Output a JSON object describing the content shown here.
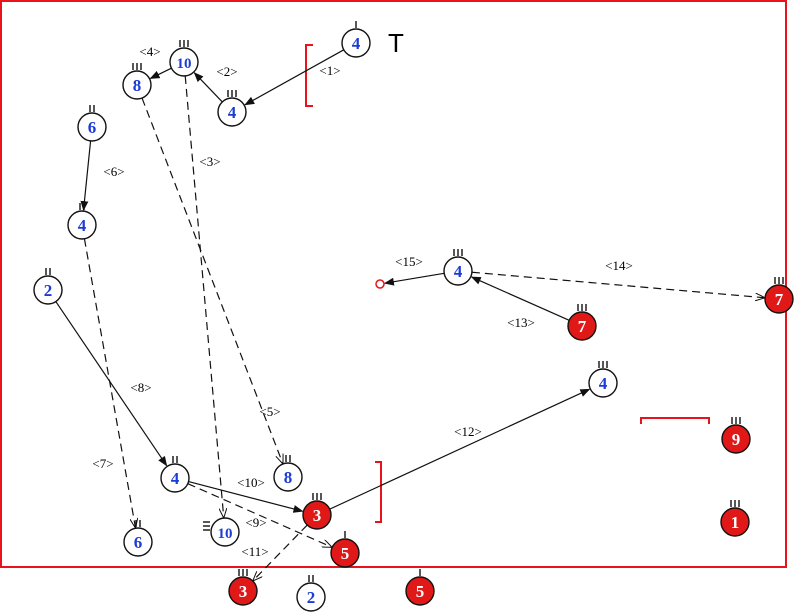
{
  "diagram": {
    "colors": {
      "frame": "#e8141c",
      "blue_text": "#1c3cd6",
      "red_fill": "#e01818",
      "line": "#111111",
      "white": "#ffffff"
    },
    "start_marker_label": "T",
    "nodes": [
      {
        "id": "n1",
        "label": "4",
        "fill": "white"
      },
      {
        "id": "n2",
        "label": "4",
        "fill": "white"
      },
      {
        "id": "n3",
        "label": "10",
        "fill": "white"
      },
      {
        "id": "n4",
        "label": "8",
        "fill": "white"
      },
      {
        "id": "n5",
        "label": "6",
        "fill": "white"
      },
      {
        "id": "n6",
        "label": "4",
        "fill": "white"
      },
      {
        "id": "n7",
        "label": "2",
        "fill": "white"
      },
      {
        "id": "n8",
        "label": "4",
        "fill": "white"
      },
      {
        "id": "n9",
        "label": "6",
        "fill": "white"
      },
      {
        "id": "n10",
        "label": "8",
        "fill": "white"
      },
      {
        "id": "n11",
        "label": "10",
        "fill": "white"
      },
      {
        "id": "n12",
        "label": "3",
        "fill": "red"
      },
      {
        "id": "n13",
        "label": "5",
        "fill": "red"
      },
      {
        "id": "n14",
        "label": "3",
        "fill": "red"
      },
      {
        "id": "n15",
        "label": "2",
        "fill": "white"
      },
      {
        "id": "n16",
        "label": "5",
        "fill": "red"
      },
      {
        "id": "n17",
        "label": "4",
        "fill": "white"
      },
      {
        "id": "n18",
        "label": "7",
        "fill": "red"
      },
      {
        "id": "n19",
        "label": "4",
        "fill": "white"
      },
      {
        "id": "n20",
        "label": "7",
        "fill": "red"
      },
      {
        "id": "n21",
        "label": "9",
        "fill": "red"
      },
      {
        "id": "n22",
        "label": "1",
        "fill": "red"
      }
    ],
    "edges": [
      {
        "label": "<1>",
        "from": "n1",
        "to": "n2",
        "style": "solid"
      },
      {
        "label": "<2>",
        "from": "n2",
        "to": "n3",
        "style": "solid"
      },
      {
        "label": "<3>",
        "from": "n3",
        "to": "n11",
        "style": "dashed"
      },
      {
        "label": "<4>",
        "from": "n3",
        "to": "n4",
        "style": "solid"
      },
      {
        "label": "<5>",
        "from": "n4",
        "to": "n10",
        "style": "dashed"
      },
      {
        "label": "<6>",
        "from": "n5",
        "to": "n6",
        "style": "solid"
      },
      {
        "label": "<7>",
        "from": "n6",
        "to": "n9",
        "style": "dashed"
      },
      {
        "label": "<8>",
        "from": "n7",
        "to": "n8",
        "style": "solid"
      },
      {
        "label": "<9>",
        "from": "n8",
        "to": "n13",
        "style": "dashed"
      },
      {
        "label": "<10>",
        "from": "n8",
        "to": "n12",
        "style": "solid"
      },
      {
        "label": "<11>",
        "from": "n12",
        "to": "n14",
        "style": "dashed"
      },
      {
        "label": "<12>",
        "from": "n12",
        "to": "n19",
        "style": "solid"
      },
      {
        "label": "<13>",
        "from": "n18",
        "to": "n17",
        "style": "solid"
      },
      {
        "label": "<14>",
        "from": "n17",
        "to": "n20",
        "style": "dashed"
      },
      {
        "label": "<15>",
        "from": "n17",
        "to": "end",
        "style": "solid"
      }
    ]
  }
}
